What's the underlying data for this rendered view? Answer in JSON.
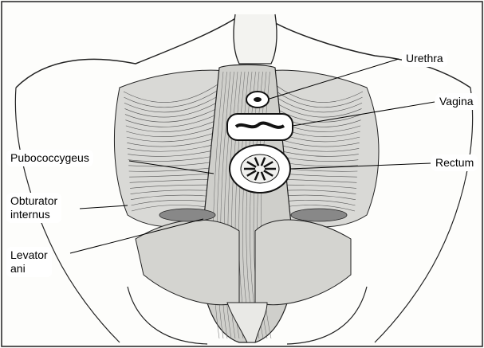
{
  "labels": {
    "urethra": "Urethra",
    "vagina": "Vagina",
    "pubococcygeus": "Pubococcygeus",
    "rectum": "Rectum",
    "obturator_line1": "Obturator",
    "obturator_line2": "internus",
    "levator_line1": "Levator",
    "levator_line2": "ani"
  },
  "colors": {
    "ink": "#1a1a1a",
    "paper": "#fdfdfb",
    "label_bg": "#ffffff"
  }
}
